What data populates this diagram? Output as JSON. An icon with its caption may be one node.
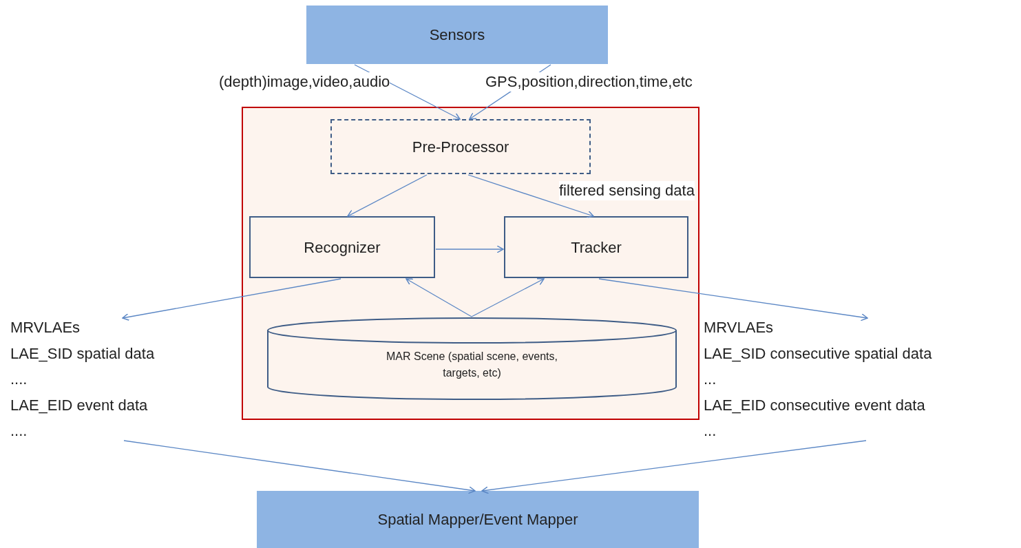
{
  "diagram": {
    "nodes": [
      {
        "text": [
          "Sensors"
        ]
      },
      {
        "text": [],
        "shape": "box"
      },
      {
        "text": [
          "Pre-Processor"
        ],
        "in": 1
      },
      {
        "text": [
          "Recognizer"
        ],
        "in": 1
      },
      {
        "text": [
          "Tracker"
        ],
        "in": 1
      },
      {
        "text": [
          "MAR Scene (spatial scene, events, targets, etc)"
        ],
        "in": 1
      },
      {
        "text": [
          "MRVLAEs",
          "LAE_SID spatial data",
          "....",
          "LAE_EID event data",
          "...."
        ]
      },
      {
        "text": [
          "MRVLAEs",
          "LAE_SID consecutive spatial data",
          "...",
          "LAE_EID consecutive event data",
          "..."
        ]
      },
      {
        "text": [
          "Spatial Mapper/Event Mapper"
        ]
      }
    ],
    "edges": [
      {
        "from": 0,
        "to": 2,
        "arrow": "to",
        "label": "(depth)image,video,audio"
      },
      {
        "from": 0,
        "to": 2,
        "arrow": "to",
        "label": "GPS,position,direction,time,etc"
      },
      {
        "from": 2,
        "to": 3,
        "arrow": "to"
      },
      {
        "from": 2,
        "to": 4,
        "arrow": "to",
        "label": "filtered sensing data"
      },
      {
        "from": 3,
        "to": 4,
        "arrow": "to"
      },
      {
        "from": 5,
        "to": 3,
        "arrow": "to"
      },
      {
        "from": 5,
        "to": 4,
        "arrow": "to"
      },
      {
        "from": 3,
        "to": 6,
        "arrow": "to"
      },
      {
        "from": 4,
        "to": 7,
        "arrow": "to"
      },
      {
        "from": 6,
        "to": 8,
        "arrow": "to"
      },
      {
        "from": 7,
        "to": 8,
        "arrow": "to"
      }
    ]
  }
}
